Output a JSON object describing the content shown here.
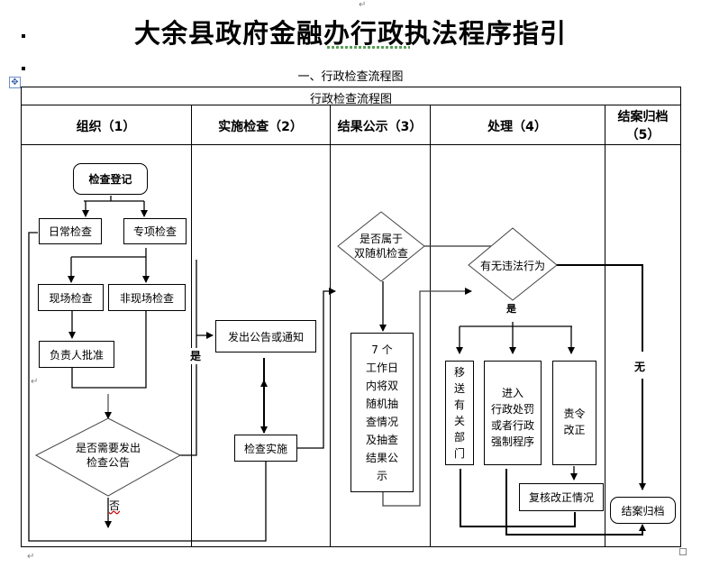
{
  "document": {
    "title": "大余县政府金融办行政执法程序指引",
    "section_heading": "一、行政检查流程图",
    "table_caption": "行政检查流程图",
    "paragraph_mark": "↵"
  },
  "columns": [
    {
      "label": "组织（1）"
    },
    {
      "label": "实施检查（2）"
    },
    {
      "label": "结果公示（3）"
    },
    {
      "label": "处理（4）"
    },
    {
      "label": "结案归档（5）"
    }
  ],
  "flowchart": {
    "nodes": {
      "register": "检查登记",
      "routine": "日常检查",
      "special": "专项检查",
      "onsite": "现场检查",
      "offsite": "非现场检查",
      "approve": "负责人批准",
      "need_notice_line1": "是否需要发出",
      "need_notice_line2": "检查公告",
      "issue_notice": "发出公告或通知",
      "implement": "检查实施",
      "double_random_line1": "是否属于",
      "double_random_line2": "双随机检查",
      "publish_lines": [
        "7 个",
        "工作日",
        "内将双",
        "随机抽",
        "查情况",
        "及抽查",
        "结果公",
        "示"
      ],
      "violation": "有无违法行为",
      "transfer_chars": [
        "移",
        "送",
        "有",
        "关",
        "部",
        "门"
      ],
      "penalty_lines": [
        "进入",
        "行政处罚",
        "或者行政",
        "强制程序"
      ],
      "rectify_lines": [
        "责令",
        "改正"
      ],
      "review": "复核改正情况",
      "archive": "结案归档"
    },
    "edge_labels": {
      "yes_notice": "是",
      "no_notice": "否",
      "yes_violation": "是",
      "no_violation": "无"
    }
  }
}
